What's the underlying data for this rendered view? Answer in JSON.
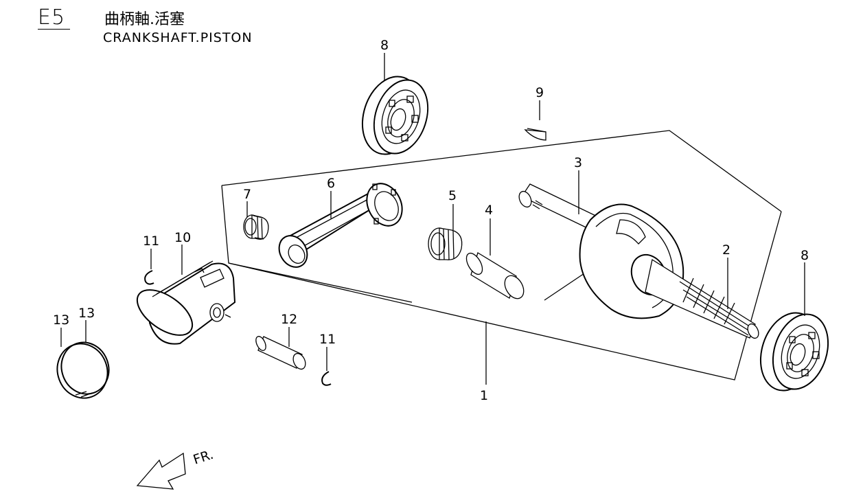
{
  "header": {
    "code": "E5",
    "title_cn": "曲柄軸.活塞",
    "title_en": "CRANKSHAFT.PISTON"
  },
  "callouts": {
    "c1": "1",
    "c2": "2",
    "c3": "3",
    "c4": "4",
    "c5": "5",
    "c6": "6",
    "c7": "7",
    "c8a": "8",
    "c8b": "8",
    "c9": "9",
    "c10": "10",
    "c11a": "11",
    "c11b": "11",
    "c12": "12",
    "c13a": "13",
    "c13b": "13"
  },
  "front_marker": "FR."
}
